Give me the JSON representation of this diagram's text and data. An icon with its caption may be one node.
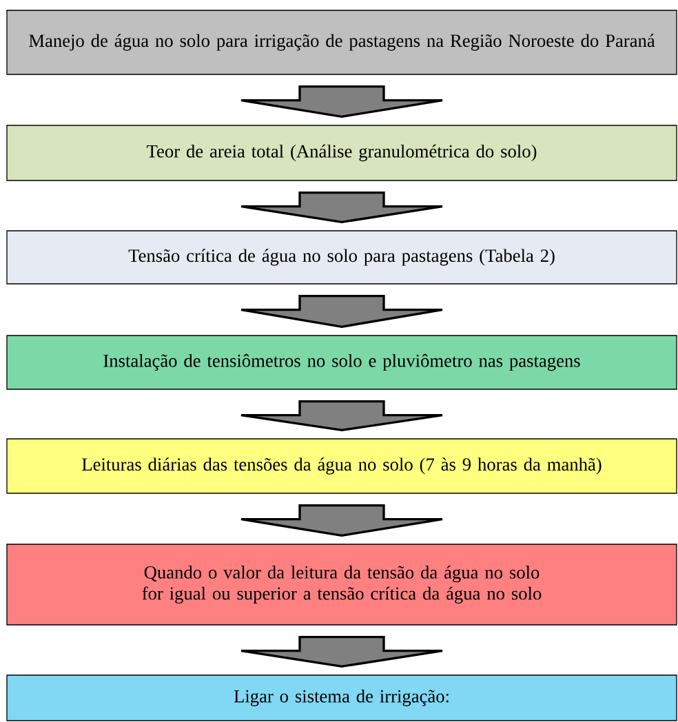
{
  "diagram": {
    "nodes": [
      {
        "text": [
          "Manejo de água no solo para irrigação de pastagens na Região Noroeste do Paraná"
        ]
      },
      {
        "text": [
          "Teor de areia total (Análise granulométrica do solo)"
        ]
      },
      {
        "text": [
          "Tensão crítica de água no solo para pastagens (Tabela 2)"
        ]
      },
      {
        "text": [
          "Instalação de tensiômetros no solo e pluviômetro nas pastagens"
        ]
      },
      {
        "text": [
          "Leituras diárias das tensões da água no solo (7 às 9 horas da manhã)"
        ]
      },
      {
        "text": [
          "Quando o valor da leitura da tensão da água no solo for igual ou superior a tensão crítica da água no solo"
        ]
      },
      {
        "text": [
          "Ligar o sistema de irrigação:"
        ]
      }
    ],
    "edges": [
      {
        "from": 0,
        "to": 1,
        "arrow": "to"
      },
      {
        "from": 1,
        "to": 2,
        "arrow": "to"
      },
      {
        "from": 2,
        "to": 3,
        "arrow": "to"
      },
      {
        "from": 3,
        "to": 4,
        "arrow": "to"
      },
      {
        "from": 4,
        "to": 5,
        "arrow": "to"
      },
      {
        "from": 5,
        "to": 6,
        "arrow": "to"
      }
    ]
  }
}
